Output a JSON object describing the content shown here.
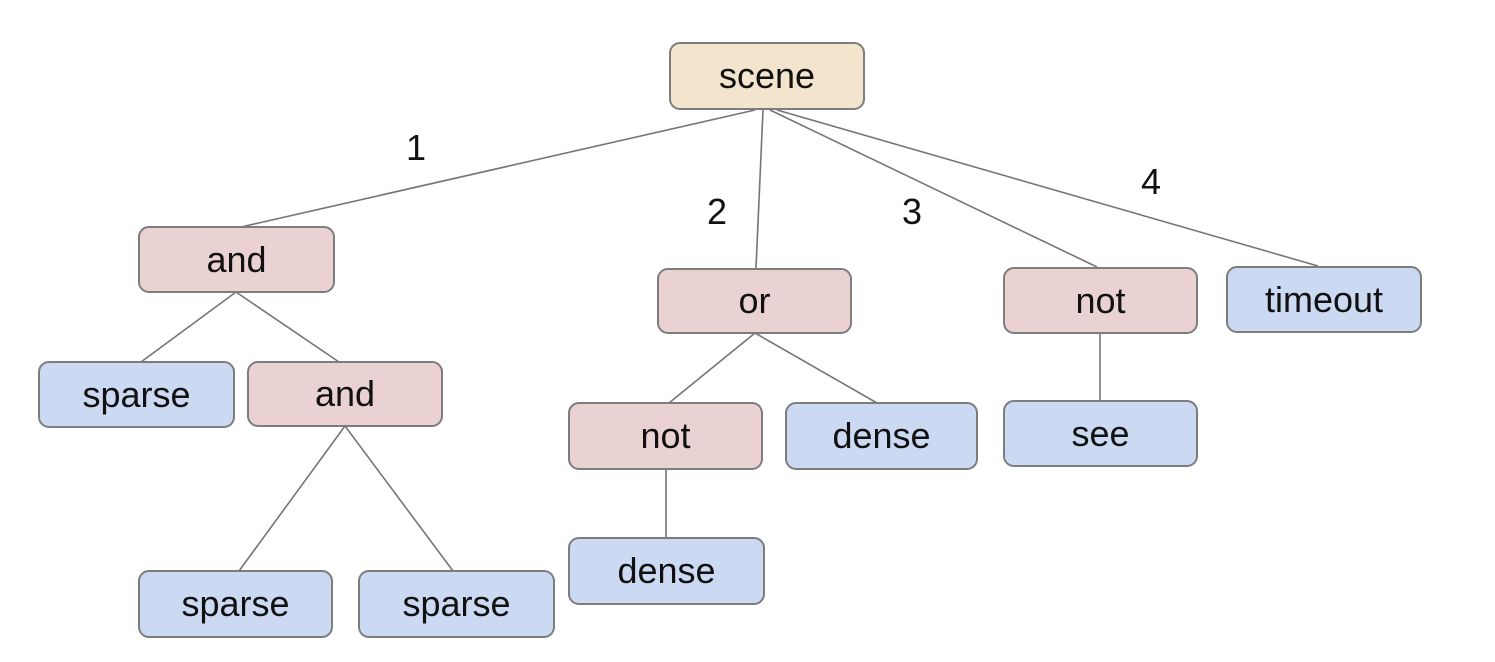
{
  "diagram": {
    "type": "tree",
    "background": "#ffffff",
    "colors": {
      "root_fill": "#f3e5cd",
      "operator_fill": "#ead2d2",
      "leaf_fill": "#ccd9f2",
      "node_border": "#7d7d7d",
      "edge_line": "#757575",
      "text": "#111111"
    },
    "root": {
      "label": "scene",
      "children": [
        {
          "edge_label": "1",
          "label": "and",
          "children": [
            {
              "label": "sparse",
              "children": []
            },
            {
              "label": "and",
              "children": [
                {
                  "label": "sparse",
                  "children": []
                },
                {
                  "label": "sparse",
                  "children": []
                }
              ]
            }
          ]
        },
        {
          "edge_label": "2",
          "label": "or",
          "children": [
            {
              "label": "not",
              "children": [
                {
                  "label": "dense",
                  "children": []
                }
              ]
            },
            {
              "label": "dense",
              "children": []
            }
          ]
        },
        {
          "edge_label": "3",
          "label": "not",
          "children": [
            {
              "label": "see",
              "children": []
            }
          ]
        },
        {
          "edge_label": "4",
          "label": "timeout",
          "children": []
        }
      ]
    }
  }
}
